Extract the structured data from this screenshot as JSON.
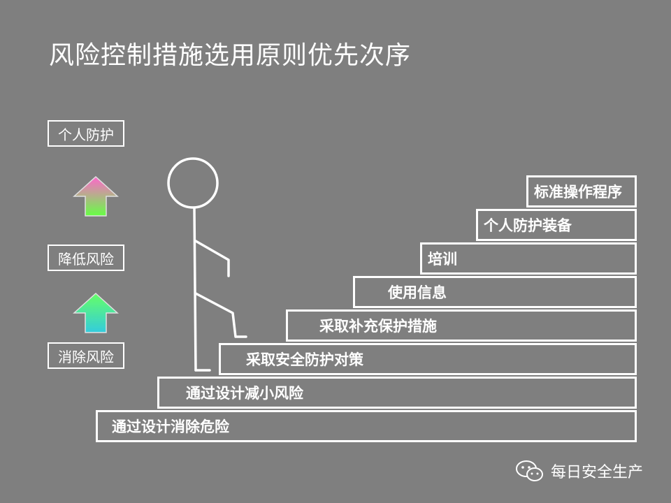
{
  "title": "风险控制措施选用原则优先次序",
  "hierarchy": {
    "top": "个人防护",
    "middle": "降低风险",
    "bottom": "消除风险"
  },
  "steps": [
    "标准操作程序",
    "个人防护装备",
    "培训",
    "使用信息",
    "采取补充保护措施",
    "采取安全防护对策",
    "通过设计减小风险",
    "通过设计消除危险"
  ],
  "watermark": {
    "text": "每日安全生产",
    "icon": "wechat-icon"
  },
  "colors": {
    "background": "#7f7f7f",
    "line": "#ffffff"
  }
}
